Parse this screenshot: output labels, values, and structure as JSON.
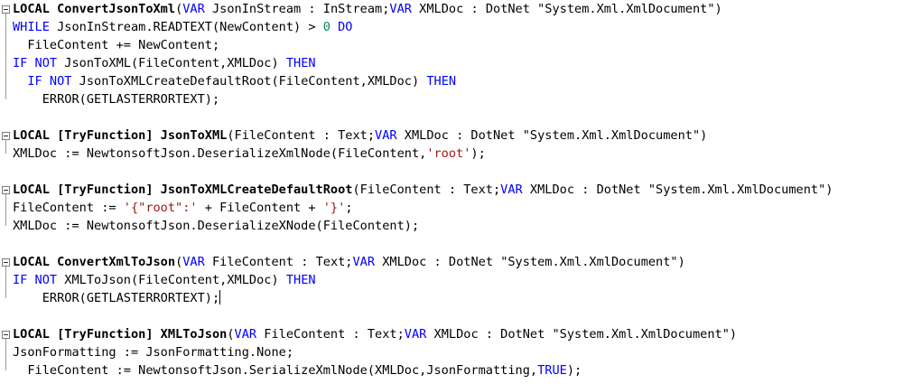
{
  "editor": {
    "name": "code-editor",
    "colors": {
      "keyword": "#0000ff",
      "string": "#a31515",
      "number": "#098658",
      "text": "#000000",
      "background": "#ffffff"
    },
    "lines": [
      [
        [
          "b",
          "LOCAL "
        ],
        [
          "b",
          "ConvertJsonToXml"
        ],
        [
          "t",
          "("
        ],
        [
          "k",
          "VAR"
        ],
        [
          "t",
          " JsonInStream : InStream;"
        ],
        [
          "k",
          "VAR"
        ],
        [
          "t",
          " XMLDoc : DotNet \"System.Xml.XmlDocument\")"
        ]
      ],
      [
        [
          "k",
          "WHILE"
        ],
        [
          "t",
          " JsonInStream.READTEXT(NewContent) > "
        ],
        [
          "n",
          "0"
        ],
        [
          "t",
          " "
        ],
        [
          "k",
          "DO"
        ]
      ],
      [
        [
          "t",
          "  FileContent += NewContent;"
        ]
      ],
      [
        [
          "k",
          "IF NOT"
        ],
        [
          "t",
          " JsonToXML(FileContent,XMLDoc) "
        ],
        [
          "k",
          "THEN"
        ]
      ],
      [
        [
          "t",
          "  "
        ],
        [
          "k",
          "IF NOT"
        ],
        [
          "t",
          " JsonToXMLCreateDefaultRoot(FileContent,XMLDoc) "
        ],
        [
          "k",
          "THEN"
        ]
      ],
      [
        [
          "t",
          "    ERROR(GETLASTERRORTEXT);"
        ]
      ],
      [
        [
          "t",
          ""
        ]
      ],
      [
        [
          "b",
          "LOCAL [TryFunction] JsonToXML"
        ],
        [
          "t",
          "(FileContent : Text;"
        ],
        [
          "k",
          "VAR"
        ],
        [
          "t",
          " XMLDoc : DotNet \"System.Xml.XmlDocument\")"
        ]
      ],
      [
        [
          "t",
          "XMLDoc := NewtonsoftJson.DeserializeXmlNode(FileContent,"
        ],
        [
          "s",
          "'root'"
        ],
        [
          "t",
          ");"
        ]
      ],
      [
        [
          "t",
          ""
        ]
      ],
      [
        [
          "b",
          "LOCAL [TryFunction] JsonToXMLCreateDefaultRoot"
        ],
        [
          "t",
          "(FileContent : Text;"
        ],
        [
          "k",
          "VAR"
        ],
        [
          "t",
          " XMLDoc : DotNet \"System.Xml.XmlDocument\")"
        ]
      ],
      [
        [
          "t",
          "FileContent := "
        ],
        [
          "s",
          "'{\"root\":'"
        ],
        [
          "t",
          " + FileContent + "
        ],
        [
          "s",
          "'}'"
        ],
        [
          "t",
          ";"
        ]
      ],
      [
        [
          "t",
          "XMLDoc := NewtonsoftJson.DeserializeXNode(FileContent);"
        ]
      ],
      [
        [
          "t",
          ""
        ]
      ],
      [
        [
          "b",
          "LOCAL ConvertXmlToJson"
        ],
        [
          "t",
          "("
        ],
        [
          "k",
          "VAR"
        ],
        [
          "t",
          " FileContent : Text;"
        ],
        [
          "k",
          "VAR"
        ],
        [
          "t",
          " XMLDoc : DotNet \"System.Xml.XmlDocument\")"
        ]
      ],
      [
        [
          "k",
          "IF NOT"
        ],
        [
          "t",
          " XMLToJson(FileContent,XMLDoc) "
        ],
        [
          "k",
          "THEN"
        ]
      ],
      [
        [
          "t",
          "    ERROR(GETLASTERRORTEXT);"
        ]
      ],
      [
        [
          "t",
          ""
        ]
      ],
      [
        [
          "b",
          "LOCAL [TryFunction] XMLToJson"
        ],
        [
          "t",
          "("
        ],
        [
          "k",
          "VAR"
        ],
        [
          "t",
          " FileContent : Text;"
        ],
        [
          "k",
          "VAR"
        ],
        [
          "t",
          " XMLDoc : DotNet \"System.Xml.XmlDocument\")"
        ]
      ],
      [
        [
          "t",
          "JsonFormatting := JsonFormatting.None;"
        ]
      ],
      [
        [
          "t",
          "  FileContent := NewtonsoftJson.SerializeXmlNode(XMLDoc,JsonFormatting,"
        ],
        [
          "k",
          "TRUE"
        ],
        [
          "t",
          ");"
        ]
      ]
    ],
    "caret_line": 16,
    "fold_lines": [
      0,
      7,
      10,
      14,
      18
    ],
    "fold_ranges": [
      [
        0,
        5
      ],
      [
        7,
        8
      ],
      [
        10,
        12
      ],
      [
        14,
        16
      ],
      [
        18,
        20
      ]
    ]
  }
}
